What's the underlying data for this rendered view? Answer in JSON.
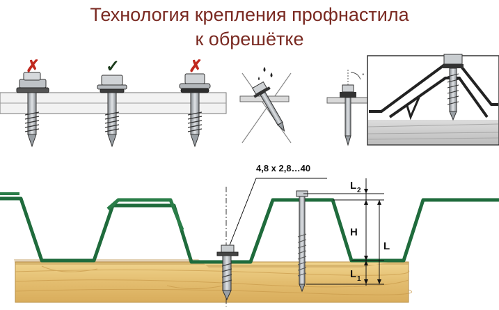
{
  "title": {
    "line1": "Технология крепления профнастила",
    "line2": "к обрешётке"
  },
  "marks": {
    "screw1": "✗",
    "screw2": "✓",
    "screw3": "✗"
  },
  "mark_colors": {
    "wrong": "#c0281e",
    "right": "#1a3a1a"
  },
  "dimensions": {
    "screw_size": "4,8 x 2,8…40",
    "L2": "L",
    "L2_sub": "2",
    "H": "H",
    "L": "L",
    "L1": "L",
    "L1_sub": "1"
  },
  "colors": {
    "profile": "#1f6b3c",
    "wood": "#e6c27a",
    "title": "#7a2a22"
  }
}
